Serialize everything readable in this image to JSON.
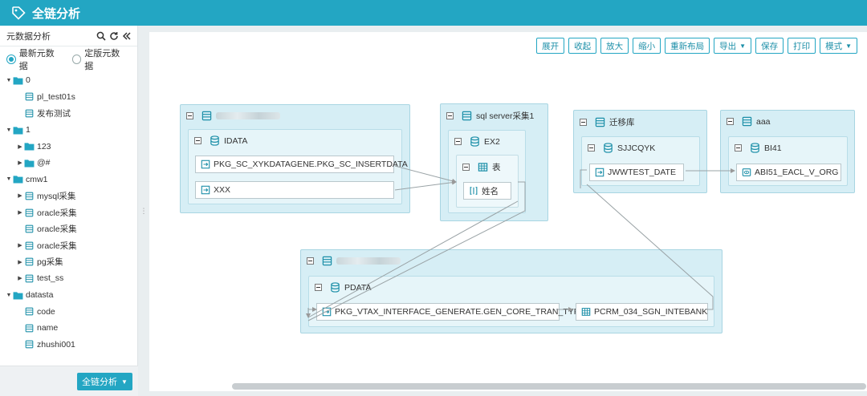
{
  "app": {
    "title": "全链分析"
  },
  "sidebar": {
    "title": "元数据分析",
    "radio_latest": "最新元数据",
    "radio_fixed": "定版元数据",
    "tree": [
      {
        "label": "0",
        "type": "folder",
        "level": 0,
        "arrow": "▼"
      },
      {
        "label": "pl_test01s",
        "type": "db",
        "level": 1,
        "arrow": ""
      },
      {
        "label": "发布测试",
        "type": "db",
        "level": 1,
        "arrow": ""
      },
      {
        "label": "1",
        "type": "folder",
        "level": 0,
        "arrow": "▼"
      },
      {
        "label": "123",
        "type": "folder",
        "level": 1,
        "arrow": "▶"
      },
      {
        "label": "@#",
        "type": "folder",
        "level": 1,
        "arrow": "▶"
      },
      {
        "label": "cmw1",
        "type": "folder",
        "level": 0,
        "arrow": "▼"
      },
      {
        "label": "mysql采集",
        "type": "db",
        "level": 1,
        "arrow": "▶"
      },
      {
        "label": "oracle采集",
        "type": "db",
        "level": 1,
        "arrow": "▶"
      },
      {
        "label": "oracle采集",
        "type": "db",
        "level": 1,
        "arrow": ""
      },
      {
        "label": "oracle采集",
        "type": "db",
        "level": 1,
        "arrow": "▶"
      },
      {
        "label": "pg采集",
        "type": "db",
        "level": 1,
        "arrow": "▶"
      },
      {
        "label": "test_ss",
        "type": "db",
        "level": 1,
        "arrow": "▶"
      },
      {
        "label": "datasta",
        "type": "folder",
        "level": 0,
        "arrow": "▼"
      },
      {
        "label": "code",
        "type": "db",
        "level": 1,
        "arrow": ""
      },
      {
        "label": "name",
        "type": "db",
        "level": 1,
        "arrow": ""
      },
      {
        "label": "zhushi001",
        "type": "db",
        "level": 1,
        "arrow": ""
      }
    ],
    "footer_button": "全链分析"
  },
  "toolbar": {
    "expand": "展开",
    "collapse": "收起",
    "zoom_in": "放大",
    "zoom_out": "缩小",
    "relayout": "重新布局",
    "export": "导出",
    "save": "保存",
    "print": "打印",
    "mode": "模式"
  },
  "graph": {
    "box1": {
      "schema": "IDATA",
      "nodes": [
        "PKG_SC_XYKDATAGENE.PKG_SC_INSERTDATA",
        "XXX"
      ]
    },
    "box2": {
      "title": "sql server采集1",
      "schema": "EX2",
      "table": "表",
      "column": "姓名"
    },
    "box3": {
      "title": "迁移库",
      "schema": "SJJCQYK",
      "node": "JWWTEST_DATE"
    },
    "box4": {
      "title": "aaa",
      "schema": "BI41",
      "node": "ABI51_EACL_V_ORG"
    },
    "box5": {
      "schema": "PDATA",
      "nodes": [
        "PKG_VTAX_INTERFACE_GENERATE.GEN_CORE_TRAN_TYPE",
        "PCRM_034_SGN_INTEBANK"
      ]
    }
  },
  "colors": {
    "accent": "#23a6c3",
    "box_bg": "#d6eef5",
    "box_inner_bg": "#e6f5f9"
  }
}
